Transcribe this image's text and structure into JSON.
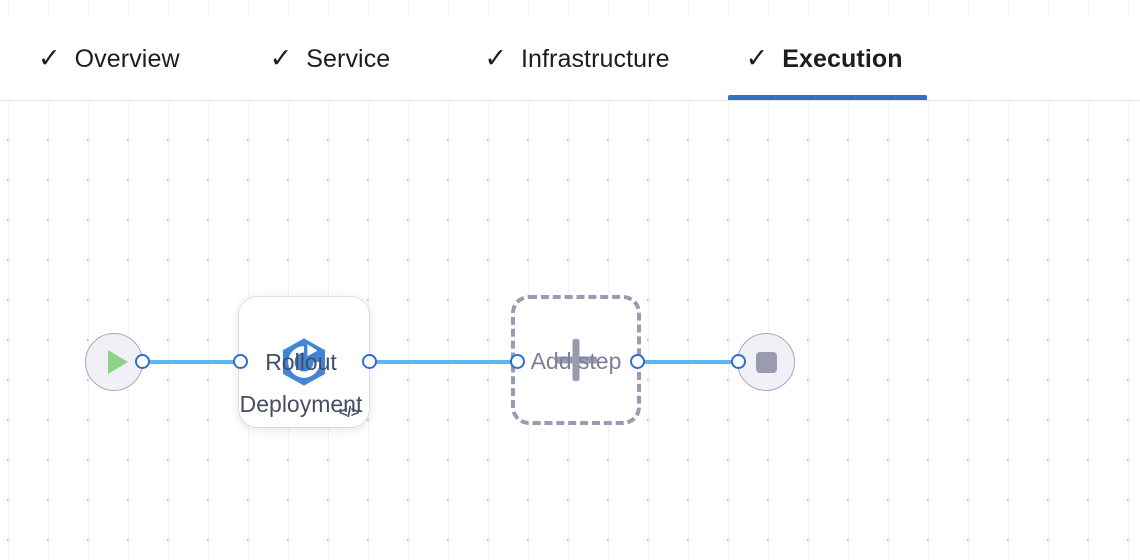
{
  "header": {
    "tabs": [
      {
        "label": "Overview",
        "check_icon": "check-icon",
        "active": false
      },
      {
        "label": "Service",
        "check_icon": "check-icon",
        "active": false
      },
      {
        "label": "Infrastructure",
        "check_icon": "check-icon",
        "active": false
      },
      {
        "label": "Execution",
        "check_icon": "check-icon",
        "active": true
      }
    ],
    "check_glyph": "✓",
    "active_underline_color": "#2f70c8"
  },
  "pipeline": {
    "start_node": {
      "name": "start-node",
      "icon": "play-icon",
      "icon_color": "#8ed18a",
      "fill_color": "#f1f0f6"
    },
    "steps": [
      {
        "name": "rollout-deployment-step",
        "label": "Rollout\nDeployment",
        "icon": "rollout-deployment-icon",
        "icon_color": "#4285d6",
        "badge_icon": "code-icon",
        "badge_glyph": "</>"
      }
    ],
    "add_step": {
      "name": "add-step-node",
      "label": "Add step",
      "icon": "plus-icon"
    },
    "end_node": {
      "name": "end-node",
      "icon": "stop-icon",
      "icon_color": "#9a9ab0",
      "fill_color": "#f1f0f6"
    },
    "connector_color": "#5cb6f2",
    "port_color": "#2b6fd0"
  }
}
